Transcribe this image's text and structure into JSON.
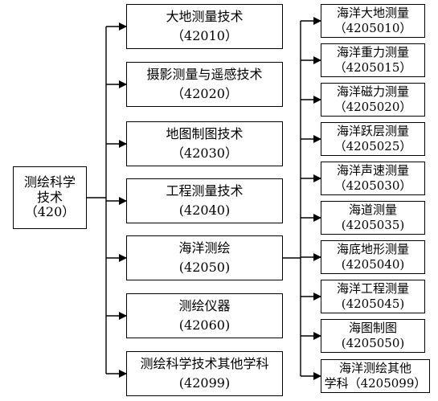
{
  "root": {
    "line1": "测绘科学",
    "line2": "技术",
    "line3": "（420）"
  },
  "middle": [
    {
      "name": "大地测量技术",
      "code": "（42010）"
    },
    {
      "name": "摄影测量与遥感技术",
      "code": "（42020）"
    },
    {
      "name": "地图制图技术",
      "code": "（42030）"
    },
    {
      "name": "工程测量技术",
      "code": "(42040)"
    },
    {
      "name": "海洋测绘",
      "code": "(42050)"
    },
    {
      "name": "测绘仪器",
      "code": "(42060)"
    },
    {
      "name": "测绘科学技术其他学科",
      "code": "(42099)"
    }
  ],
  "leaves": [
    {
      "name": "海洋大地测量",
      "code": "（4205010）"
    },
    {
      "name": "海洋重力测量",
      "code": "（4205015）"
    },
    {
      "name": "海洋磁力测量",
      "code": "（4205020）"
    },
    {
      "name": "海洋跃层测量",
      "code": "（4205025）"
    },
    {
      "name": "海洋声速测量",
      "code": "（4205030）"
    },
    {
      "name": "海道测量",
      "code": "(4205035)"
    },
    {
      "name": "海底地形测量",
      "code": "(4205040)"
    },
    {
      "name": "海洋工程测量",
      "code": "(4205045)"
    },
    {
      "name": "海图制图",
      "code": "(4205050)"
    },
    {
      "name": "海洋测绘其他",
      "code": "学科（4205099）"
    }
  ]
}
